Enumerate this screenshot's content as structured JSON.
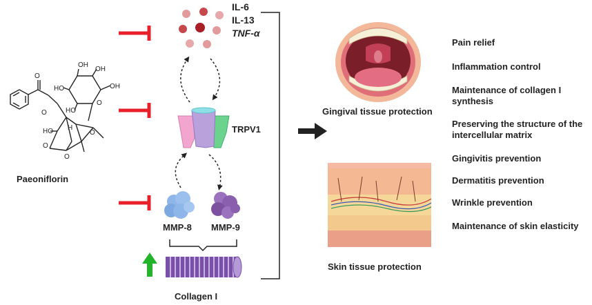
{
  "compound": {
    "name": "Paeoniflorin"
  },
  "cytokines": [
    "IL-6",
    "IL-13",
    "TNF-α"
  ],
  "receptor": "TRPV1",
  "enzymes": {
    "left": "MMP-8",
    "right": "MMP-9"
  },
  "collagen": "Collagen I",
  "targets": {
    "gingival": "Gingival tissue protection",
    "skin": "Skin tissue protection"
  },
  "outcomes": [
    "Pain relief",
    "Inflammation control",
    "Maintenance of collagen I synthesis",
    "Preserving the structure of the intercellular matrix",
    "Gingivitis prevention",
    "Dermatitis prevention",
    "Wrinkle prevention",
    "Maintenance of skin elasticity"
  ],
  "colors": {
    "inhibit": "#e8202a",
    "upregulate": "#22b52a",
    "trpv1": [
      "#f2a6cf",
      "#b9a2dc",
      "#6cd38f",
      "#8fe0e6"
    ],
    "mmp8": "#8fb6e8",
    "mmp9": "#8a5fae",
    "collagen": "#7a4fa8",
    "cytokine": [
      "#e39a9c",
      "#c6484d",
      "#a81f25"
    ]
  }
}
